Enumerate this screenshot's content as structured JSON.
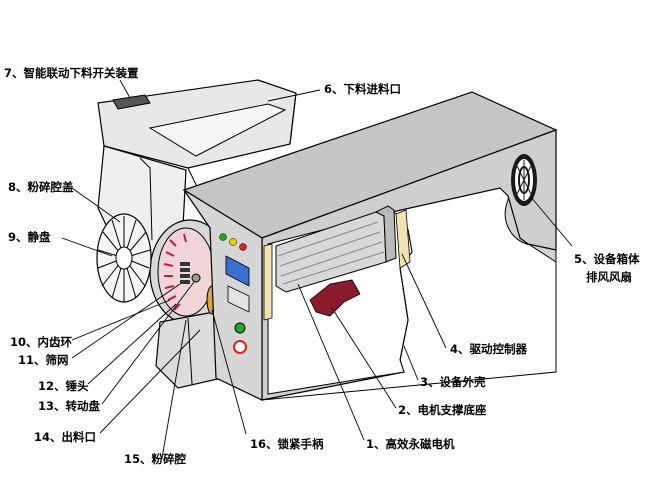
{
  "diagram": {
    "labels": {
      "l1": "1、高效永磁电机",
      "l2": "2、电机支撑底座",
      "l3": "3、设备外壳",
      "l4": "4、驱动控制器",
      "l5a": "5、设备箱体",
      "l5b": "排风风扇",
      "l6": "6、下料进料口",
      "l7": "7、智能联动下料开关装置",
      "l8": "8、粉碎腔盖",
      "l9": "9、静盘",
      "l10": "10、内齿环",
      "l11": "11、筛网",
      "l12": "12、锤头",
      "l13": "13、转动盘",
      "l14": "14、出料口",
      "l15": "15、粉碎腔",
      "l16": "16、锁紧手柄"
    },
    "colors": {
      "housing": "#c8c8c8",
      "housing_side": "#dcdcdc",
      "hopper": "#e6e6e6",
      "motor": "#d2d2d2",
      "motor_base": "#8b1a2b",
      "driver": "#f2e2b0",
      "fan": "#1a1a1a",
      "rotor": "#c0203a",
      "lamp_green": "#22aa22",
      "lamp_yellow": "#e8d000",
      "lamp_red": "#dd2222",
      "display": "#3a6fd0",
      "line": "#000000"
    }
  }
}
